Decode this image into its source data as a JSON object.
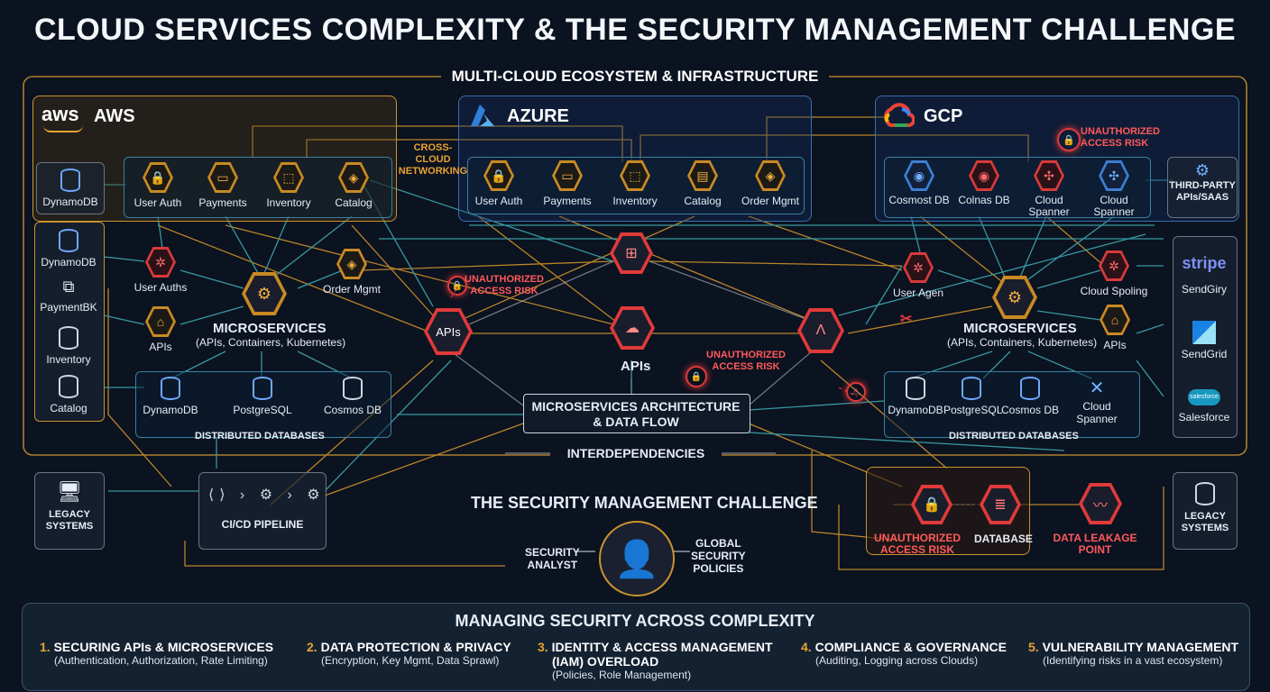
{
  "title": "CLOUD SERVICES COMPLEXITY & THE SECURITY MANAGEMENT CHALLENGE",
  "ecosystem_title": "MULTI-CLOUD ECOSYSTEM & INFRASTRUCTURE",
  "clouds": {
    "aws": {
      "logo": "aws",
      "name": "AWS",
      "services": [
        "User Auth",
        "Payments",
        "Inventory",
        "Catalog"
      ]
    },
    "azure": {
      "name": "AZURE",
      "services": [
        "User Auth",
        "Payments",
        "Inventory",
        "Catalog",
        "Order Mgmt"
      ]
    },
    "gcp": {
      "name": "GCP",
      "services": [
        "Cosmost DB",
        "Colnas DB",
        "Cloud Spanner",
        "Cloud Spanner"
      ]
    }
  },
  "cross_cloud": "CROSS-CLOUD NETWORKING",
  "left_column": {
    "dynamodb_top": "DynamoDB",
    "items": [
      "DynamoDB",
      "PaymentBK",
      "Inventory",
      "Catalog"
    ]
  },
  "left_cluster": {
    "user_auths": "User Auths",
    "apis": "APIs",
    "order_mgmt": "Order Mgmt",
    "microservices_title": "MICROSERVICES",
    "microservices_sub": "(APIs, Containers, Kubernetes)",
    "dbs": [
      "DynamoDB",
      "PostgreSQL",
      "Cosmos DB"
    ],
    "dbs_title": "DISTRIBUTED DATABASES"
  },
  "center": {
    "apis_left": "APIs",
    "apis_center": "APIs",
    "unauth_top_a": "UNAUTHORIZED",
    "unauth_top_b": "ACCESS RISK",
    "unauth_center_a": "UNAUTHORIZED",
    "unauth_center_b": "ACCESS RISK",
    "arch_a": "MICROSERVICES ARCHITECTURE",
    "arch_b": "& DATA FLOW",
    "interdep": "INTERDEPENDENCIES"
  },
  "right_cluster": {
    "unauth_a": "UNAUTHORIZED",
    "unauth_b": "ACCESS RISK",
    "user_agen": "User Agen",
    "cloud_spoling": "Cloud Spoling",
    "apis": "APIs",
    "microservices_title": "MICROSERVICES",
    "microservices_sub": "(APIs, Containers, Kubernetes)",
    "dbs": [
      "DynamoDB",
      "PostgreSQL",
      "Cosmos DB",
      "Cloud Spanner"
    ],
    "dbs_title": "DISTRIBUTED DATABASES"
  },
  "third_party": {
    "title_a": "THIRD-PARTY",
    "title_b": "APIs/SAAS",
    "items": [
      "stripe",
      "SendGiry",
      "SendGrid",
      "Salesforce"
    ],
    "salesforce_logo": "salesforce"
  },
  "legacy_left": {
    "a": "LEGACY",
    "b": "SYSTEMS"
  },
  "legacy_right": {
    "a": "LEGACY",
    "b": "SYSTEMS"
  },
  "cicd": "CI/CD PIPELINE",
  "security": {
    "title": "THE SECURITY MANAGEMENT CHALLENGE",
    "analyst_a": "SECURITY",
    "analyst_b": "ANALYST",
    "policies_a": "GLOBAL",
    "policies_b": "SECURITY",
    "policies_c": "POLICIES"
  },
  "risk_row": {
    "unauth_a": "UNAUTHORIZED",
    "unauth_b": "ACCESS RISK",
    "database": "DATABASE",
    "leak_a": "DATA LEAKAGE",
    "leak_b": "POINT"
  },
  "managing": {
    "title": "MANAGING SECURITY ACROSS COMPLEXITY",
    "cols": [
      {
        "num": "1.",
        "title": "SECURING APIs & MICROSERVICES",
        "sub": "(Authentication, Authorization, Rate Limiting)"
      },
      {
        "num": "2.",
        "title": "DATA PROTECTION & PRIVACY",
        "sub": "(Encryption, Key Mgmt, Data Sprawl)"
      },
      {
        "num": "3.",
        "title": "IDENTITY & ACCESS MANAGEMENT",
        "title2": "(IAM) OVERLOAD",
        "sub": "(Policies, Role Management)"
      },
      {
        "num": "4.",
        "title": "COMPLIANCE & GOVERNANCE",
        "sub": "(Auditing, Logging across Clouds)"
      },
      {
        "num": "5.",
        "title": "VULNERABILITY MANAGEMENT",
        "sub": "(Identifying risks in a vast ecosystem)"
      }
    ]
  },
  "colors": {
    "orange": "#e8a330",
    "blue": "#3b7fd0",
    "red": "#e03a3a",
    "teal": "#3fb0b8"
  }
}
